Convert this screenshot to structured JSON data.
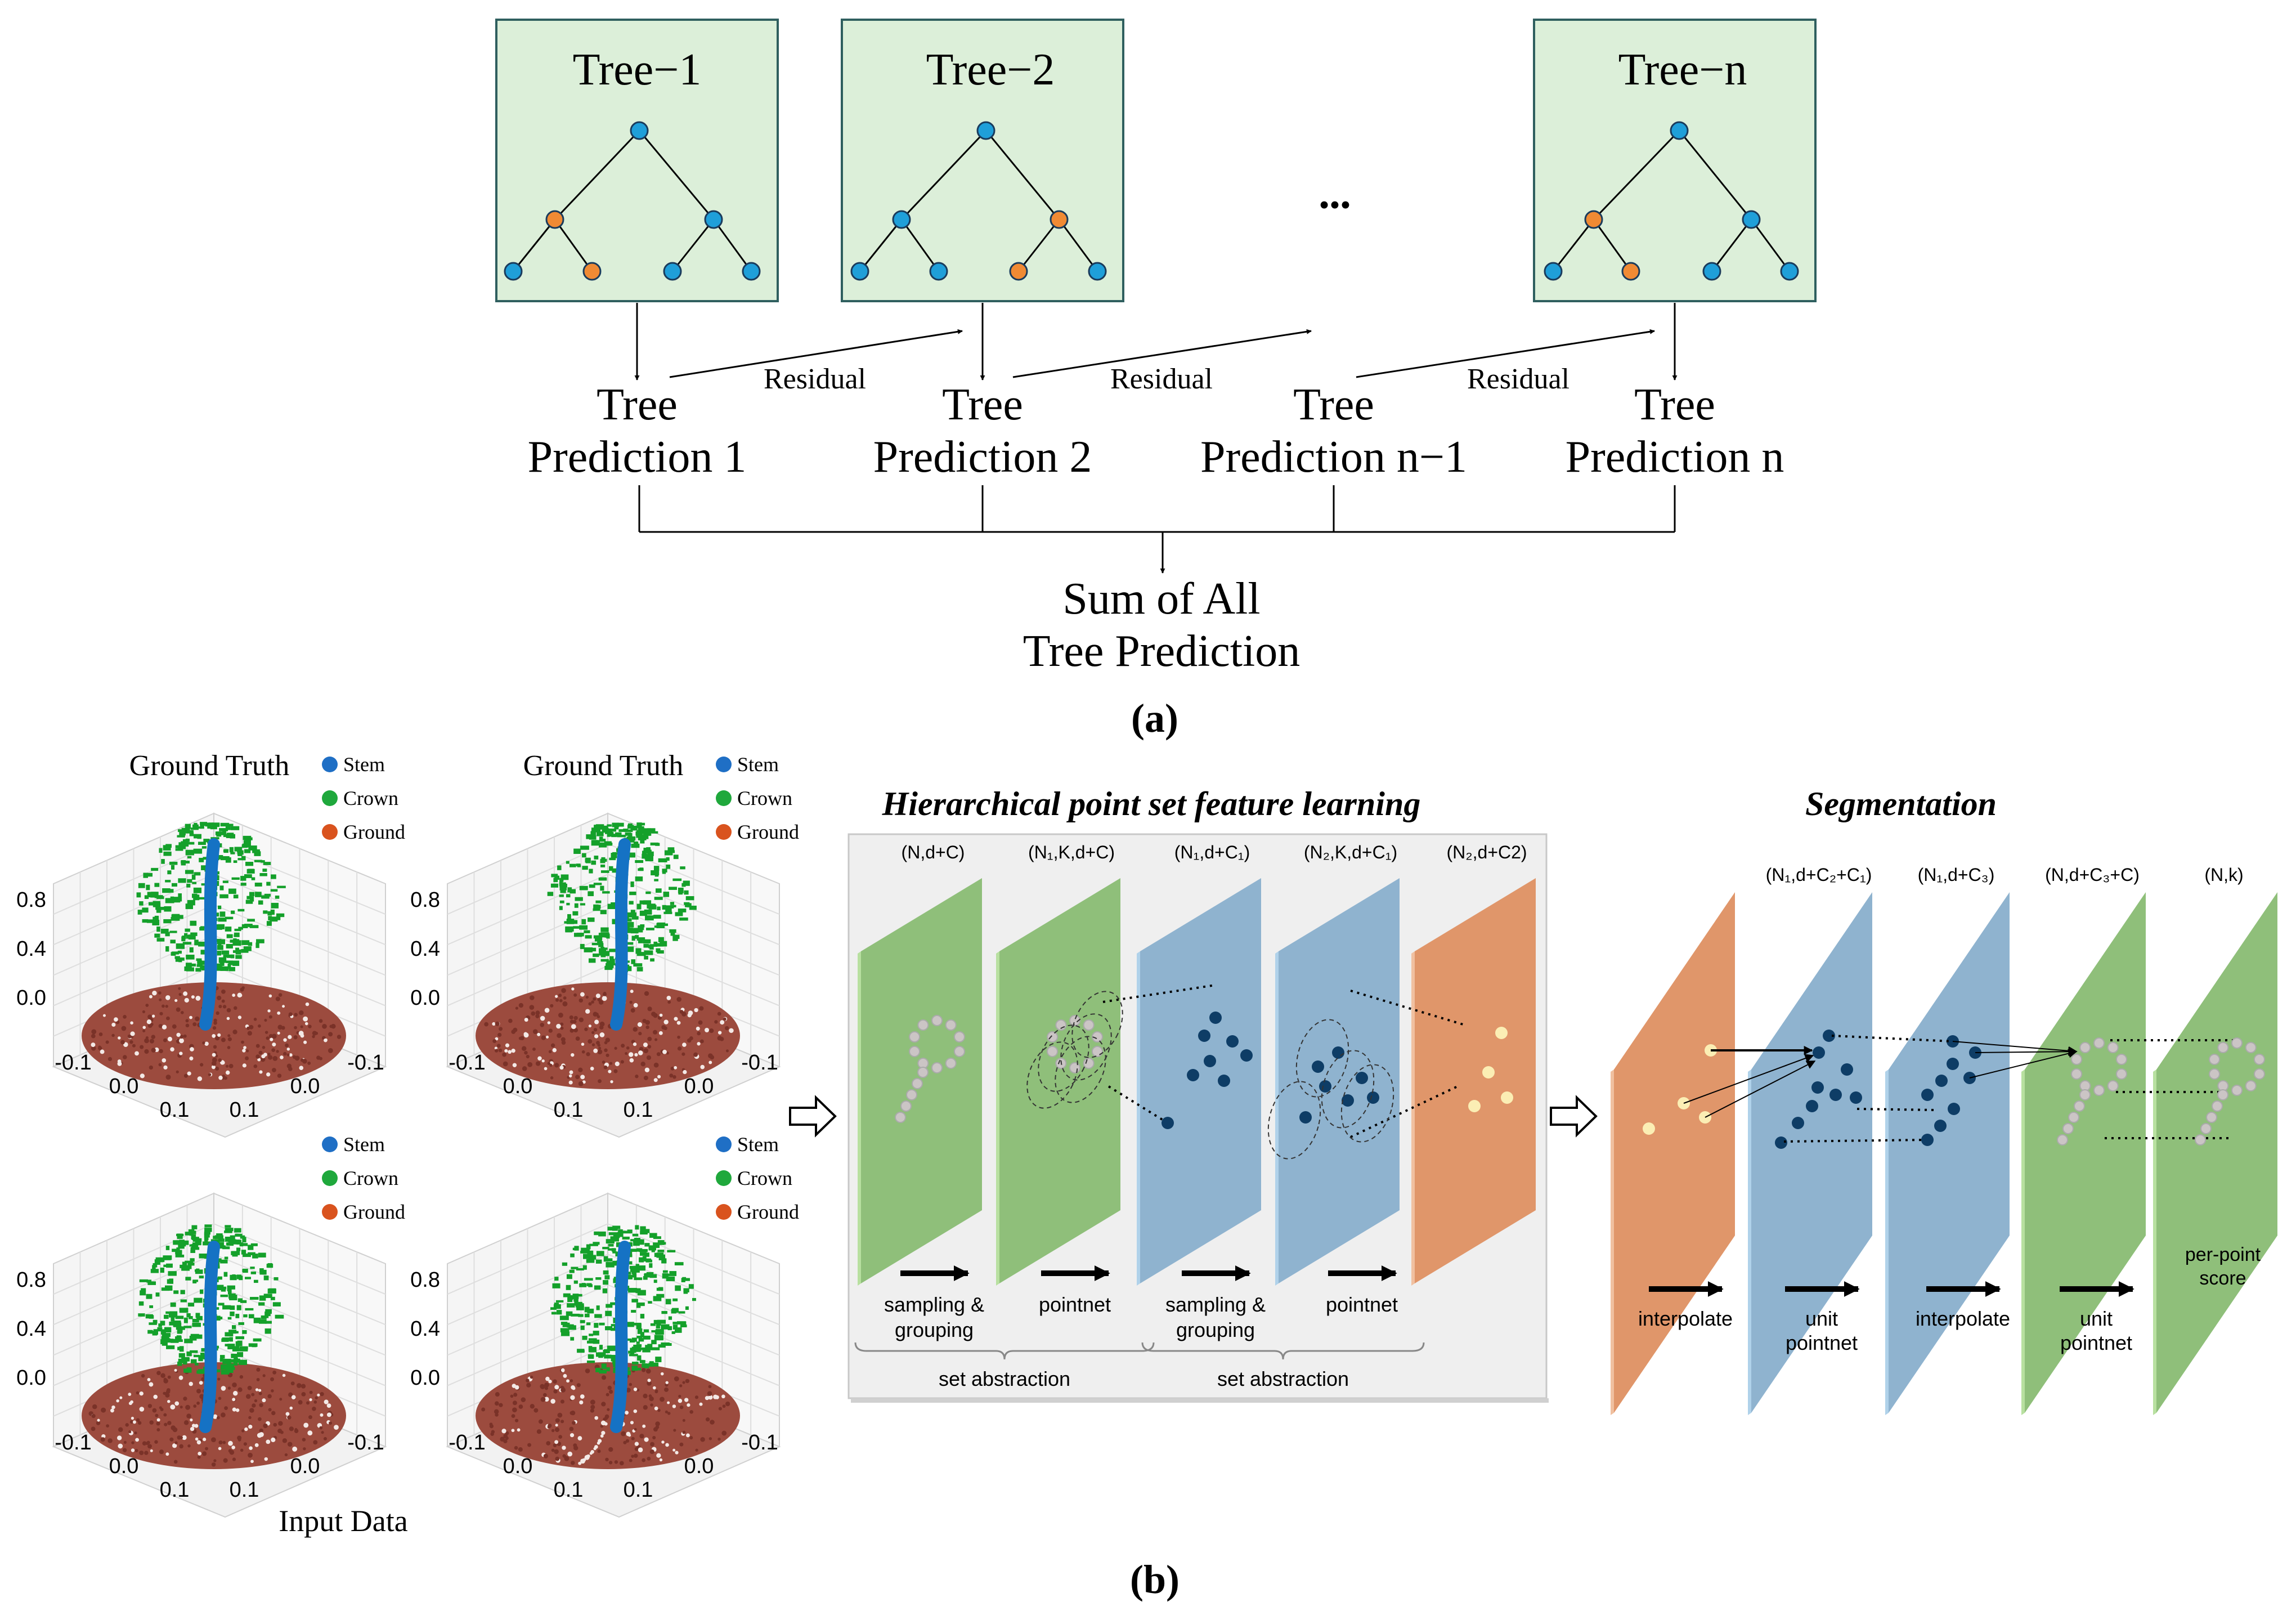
{
  "panel_a": {
    "trees": [
      {
        "title": "Tree−1"
      },
      {
        "title": "Tree−2"
      },
      {
        "title": "Tree−n"
      }
    ],
    "ellipsis": "•••",
    "predictions": [
      {
        "line1": "Tree",
        "line2": "Prediction 1"
      },
      {
        "line1": "Tree",
        "line2": "Prediction 2"
      },
      {
        "line1": "Tree",
        "line2": "Prediction n−1"
      },
      {
        "line1": "Tree",
        "line2": "Prediction n"
      }
    ],
    "residual_label": "Residual",
    "sum_line1": "Sum of All",
    "sum_line2": "Tree Prediction",
    "caption": "(a)"
  },
  "panel_b": {
    "plots": [
      {
        "title": "Ground Truth",
        "legend": [
          "Stem",
          "Crown",
          "Ground"
        ],
        "yticks": [
          "0.8",
          "0.4",
          "0.0"
        ],
        "xticks": [
          "-0.1",
          "0.0",
          "0.1"
        ],
        "zticks": [
          "-0.1",
          "0.0",
          "0.1"
        ]
      },
      {
        "title": "Ground Truth",
        "legend": [
          "Stem",
          "Crown",
          "Ground"
        ],
        "yticks": [
          "0.8",
          "0.4",
          "0.0"
        ],
        "xticks": [
          "-0.1",
          "0.0",
          "0.1"
        ],
        "zticks": [
          "-0.1",
          "0.0",
          "0.1"
        ]
      },
      {
        "title": "",
        "legend": [
          "Stem",
          "Crown",
          "Ground"
        ],
        "yticks": [
          "0.8",
          "0.4",
          "0.0"
        ],
        "xticks": [
          "-0.1",
          "0.0",
          "0.1"
        ],
        "zticks": [
          "-0.1",
          "0.0",
          "0.1"
        ]
      },
      {
        "title": "",
        "legend": [
          "Stem",
          "Crown",
          "Ground"
        ],
        "yticks": [
          "0.8",
          "0.4",
          "0.0"
        ],
        "xticks": [
          "-0.1",
          "0.0",
          "0.1"
        ],
        "zticks": [
          "-0.1",
          "0.0",
          "0.1"
        ]
      }
    ],
    "input_label": "Input Data",
    "legend_colors": {
      "Stem": "#1f77b4",
      "Crown": "#2ca02c",
      "Ground": "#d62728"
    },
    "hier_title": "Hierarchical point set feature learning",
    "seg_title": "Segmentation",
    "hier_layers": [
      {
        "label": "(N,d+C)"
      },
      {
        "label": "(N₁,K,d+C)"
      },
      {
        "label": "(N₁,d+C₁)"
      },
      {
        "label": "(N₂,K,d+C₁)"
      },
      {
        "label": "(N₂,d+C2)"
      }
    ],
    "hier_ops": [
      {
        "line1": "sampling &",
        "line2": "grouping"
      },
      {
        "line1": "pointnet",
        "line2": ""
      },
      {
        "line1": "sampling &",
        "line2": "grouping"
      },
      {
        "line1": "pointnet",
        "line2": ""
      }
    ],
    "set_abstraction": [
      "set abstraction",
      "set abstraction"
    ],
    "seg_layers": [
      {
        "label": "(N₁,d+C₂+C₁)"
      },
      {
        "label": "(N₁,d+C₃)"
      },
      {
        "label": "(N,d+C₃+C)"
      },
      {
        "label": "(N,k)"
      }
    ],
    "seg_ops": [
      {
        "line1": "interpolate",
        "line2": ""
      },
      {
        "line1": "unit",
        "line2": "pointnet"
      },
      {
        "line1": "interpolate",
        "line2": ""
      },
      {
        "line1": "unit",
        "line2": "pointnet"
      }
    ],
    "score_label": {
      "line1": "per-point",
      "line2": "score"
    },
    "caption": "(b)",
    "colors": {
      "green": "#8fbf7a",
      "blue": "#8fb3cf",
      "orange": "#e0966a",
      "point_dark": "#0e3d66",
      "point_light": "#fbeeb4",
      "point_gray": "#cbc5c5"
    }
  }
}
